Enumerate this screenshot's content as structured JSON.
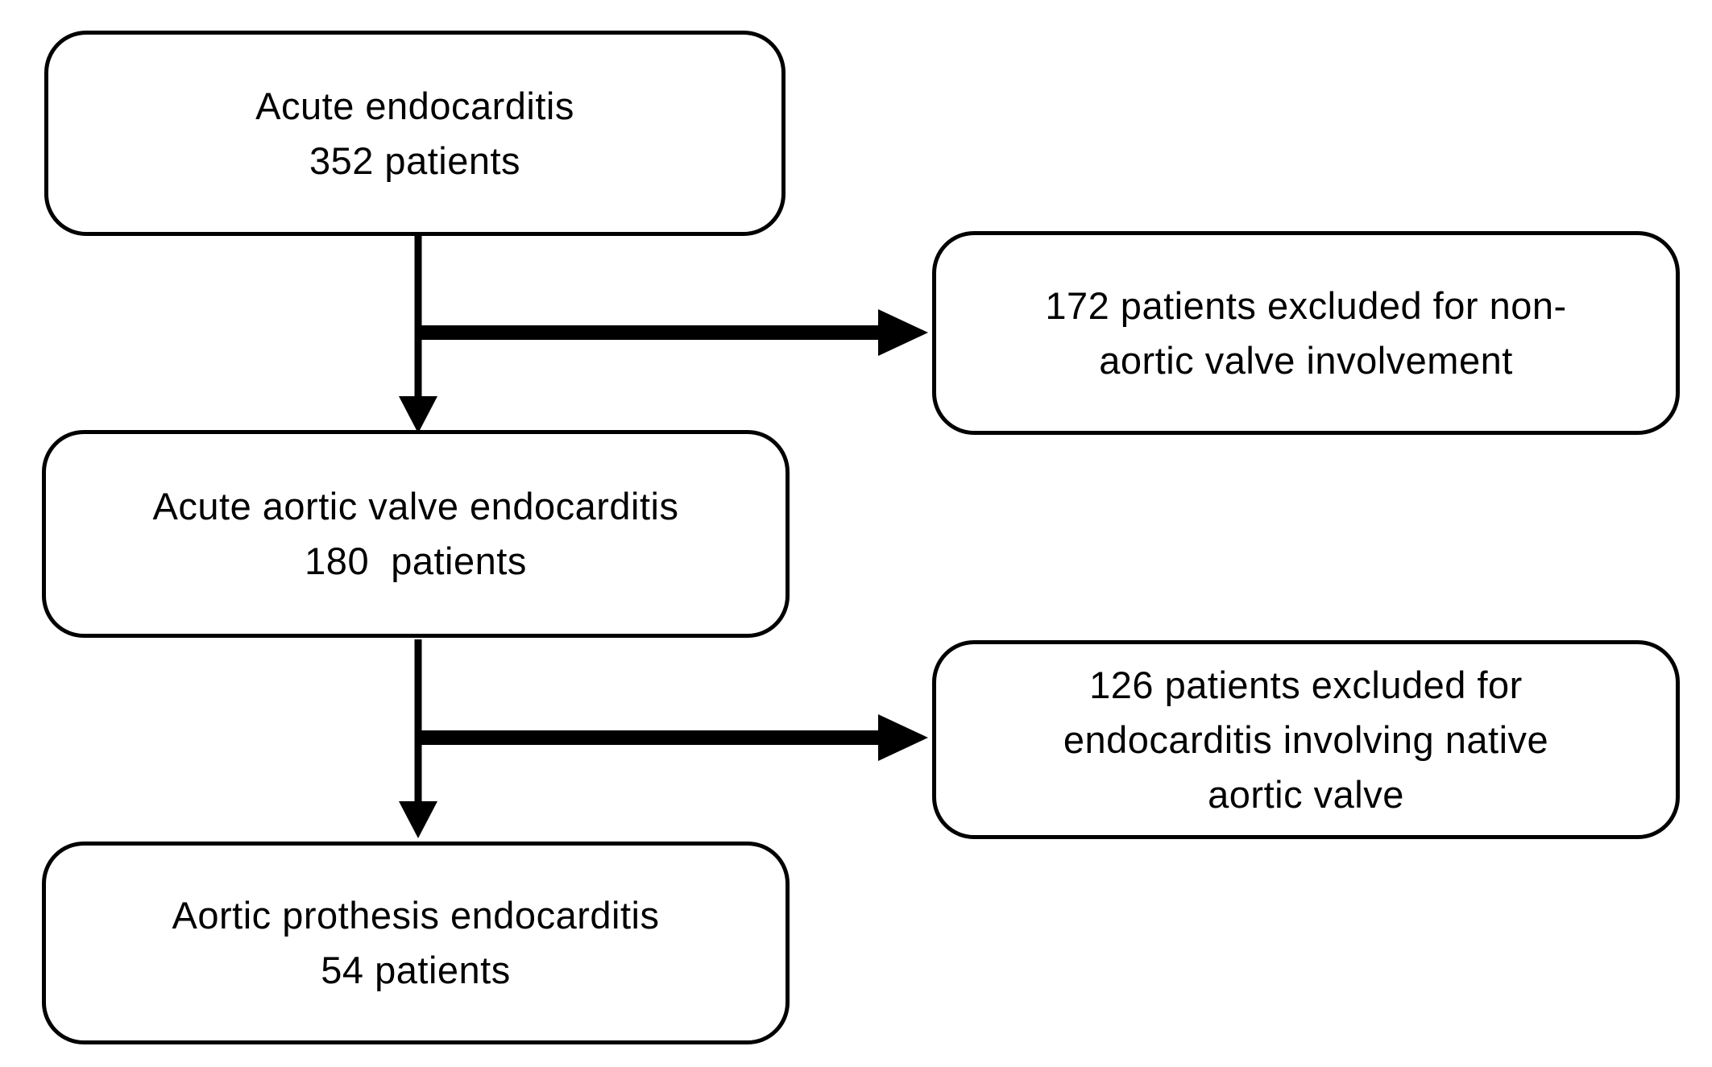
{
  "figure": {
    "type": "patient-flow-diagram",
    "colors": {
      "ink": "#000000",
      "background": "#ffffff"
    },
    "boxes": [
      {
        "id": "acute-endocarditis",
        "role": "enrollment",
        "title": "Acute endocarditis",
        "count": 352,
        "lines": [
          "Acute endocarditis",
          "352 patients"
        ]
      },
      {
        "id": "excluded-non-aortic",
        "role": "exclusion",
        "count": 172,
        "lines": [
          "172 patients excluded for non-",
          "aortic valve involvement"
        ]
      },
      {
        "id": "aortic-valve-endocarditis",
        "role": "subset",
        "title": "Acute aortic valve endocarditis",
        "count": 180,
        "lines": [
          "Acute aortic valve endocarditis",
          "180  patients"
        ]
      },
      {
        "id": "excluded-native",
        "role": "exclusion",
        "count": 126,
        "lines": [
          "126 patients excluded for",
          "endocarditis involving native",
          "aortic valve"
        ]
      },
      {
        "id": "prothesis-endocarditis",
        "role": "final-cohort",
        "title": "Aortic prothesis endocarditis",
        "count": 54,
        "lines": [
          "Aortic prothesis endocarditis",
          "54 patients"
        ]
      }
    ],
    "edges": [
      {
        "from": "acute-endocarditis",
        "to": "aortic-valve-endocarditis",
        "direction": "down"
      },
      {
        "from": "acute-endocarditis",
        "to": "excluded-non-aortic",
        "direction": "right"
      },
      {
        "from": "aortic-valve-endocarditis",
        "to": "prothesis-endocarditis",
        "direction": "down"
      },
      {
        "from": "aortic-valve-endocarditis",
        "to": "excluded-native",
        "direction": "right"
      }
    ]
  }
}
